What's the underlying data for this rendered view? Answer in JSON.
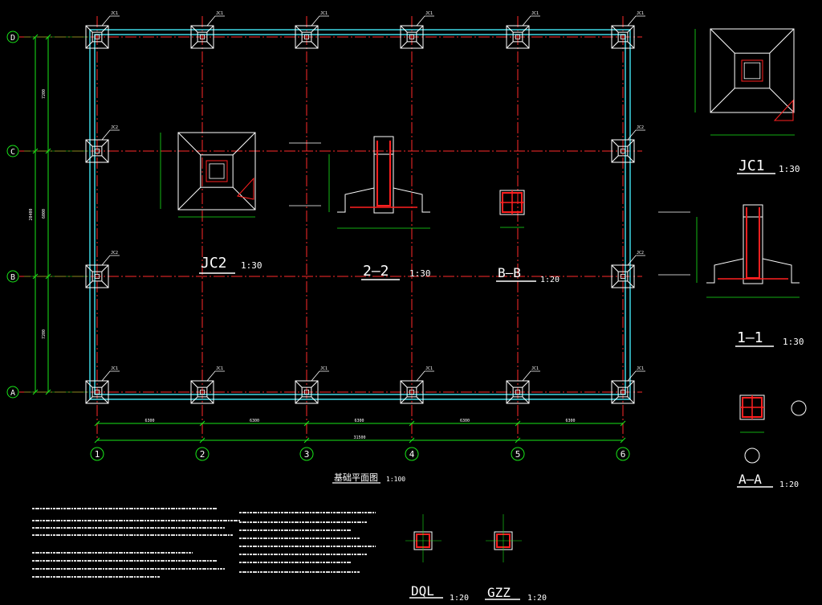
{
  "plan": {
    "title": "基础平面图",
    "scale": "1:100",
    "axis_letters": [
      "D",
      "C",
      "B",
      "A"
    ],
    "axis_numbers": [
      "1",
      "2",
      "3",
      "4",
      "5",
      "6"
    ],
    "column_tag": "JC1",
    "column_tag_alt": "JC2",
    "bay_dims": [
      "6300",
      "6300",
      "6300",
      "6300",
      "6300"
    ],
    "total_dim": "31500",
    "vert_dims": [
      "7200",
      "6000",
      "7200"
    ],
    "vert_total": "20400"
  },
  "details": [
    {
      "id": "jc2",
      "name": "JC2",
      "scale": "1:30"
    },
    {
      "id": "s22",
      "name": "2—2",
      "scale": "1:30"
    },
    {
      "id": "bb",
      "name": "B—B",
      "scale": "1:20"
    },
    {
      "id": "jc1",
      "name": "JC1",
      "scale": "1:30"
    },
    {
      "id": "s11",
      "name": "1—1",
      "scale": "1:30"
    },
    {
      "id": "aa",
      "name": "A—A",
      "scale": "1:20"
    },
    {
      "id": "dql",
      "name": "DQL",
      "scale": "1:20"
    },
    {
      "id": "gzz",
      "name": "GZZ",
      "scale": "1:20"
    }
  ],
  "colors": {
    "grid": "#ff2a2a",
    "beam": "#3fd7e6",
    "dim": "#19e619",
    "outline": "#ffffff",
    "rebar": "#ff2020",
    "hatch": "#ff40ff",
    "leader": "#ffff40"
  }
}
